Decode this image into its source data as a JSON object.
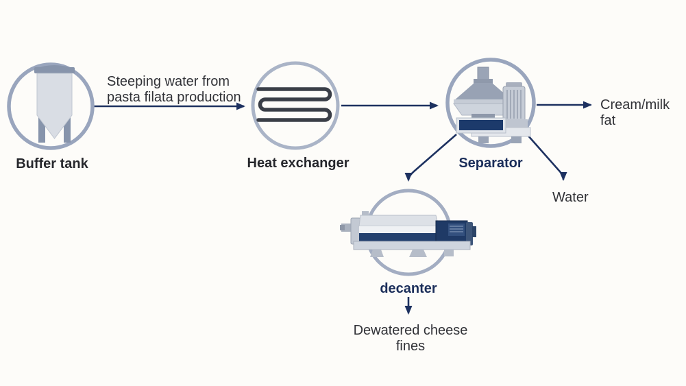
{
  "diagram": {
    "type": "process-flow",
    "colors": {
      "background": "#fdfcf9",
      "circle_ring": "#99a5bd",
      "arrow_navy": "#1d3160",
      "label_dark": "#26272c",
      "label_navy": "#1b2e5a",
      "flow_text": "#313237",
      "machine_light_gray": "#d9dde4",
      "machine_blue_gray": "#8794ab",
      "machine_navy": "#1c3a6b",
      "coil_dark": "#3a3e47"
    },
    "nodes": {
      "buffer_tank": {
        "label": "Buffer tank",
        "icon": "tank-icon"
      },
      "heat_exchanger": {
        "label": "Heat exchanger",
        "icon": "coil-icon"
      },
      "separator": {
        "label": "Separator",
        "icon": "separator-icon"
      },
      "decanter": {
        "label": "decanter",
        "icon": "decanter-icon"
      }
    },
    "flows": {
      "steeping_water": {
        "from": "Buffer tank",
        "to": "Heat exchanger",
        "label": "Steeping water from pasta filata production"
      },
      "heated_water": {
        "from": "Heat exchanger",
        "to": "Separator",
        "label": ""
      },
      "cream": {
        "from": "Separator",
        "label": "Cream/milk fat"
      },
      "water": {
        "from": "Separator",
        "label": "Water"
      },
      "to_decanter": {
        "from": "Separator",
        "to": "decanter",
        "label": ""
      },
      "cheese_fines": {
        "from": "decanter",
        "label": "Dewatered cheese fines"
      }
    }
  }
}
